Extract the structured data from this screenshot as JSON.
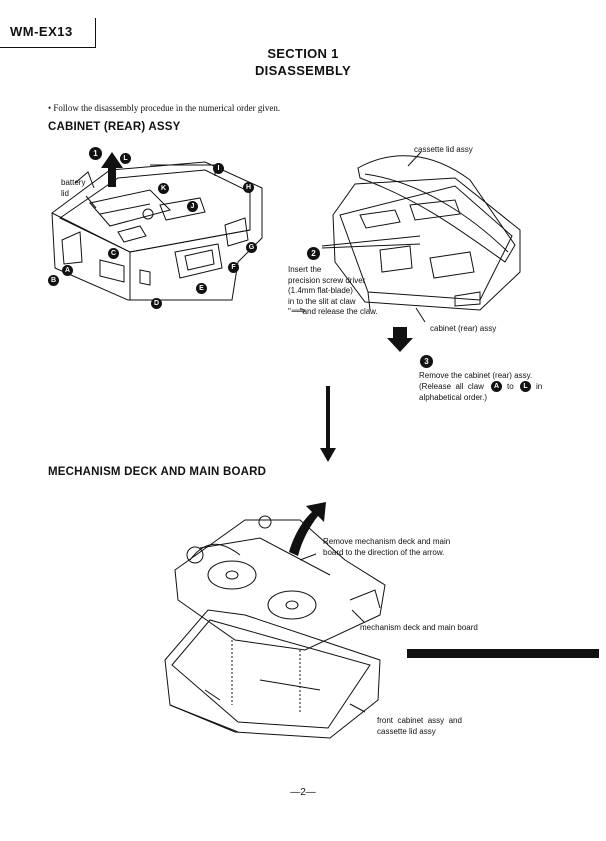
{
  "header": {
    "model": "WM-EX13"
  },
  "section": {
    "line1": "SECTION 1",
    "line2": "DISASSEMBLY"
  },
  "intro_note": "• Follow the disassembly procedue in the numerical order given.",
  "cabinet": {
    "heading": "CABINET (REAR) ASSY",
    "battery_lid": "battery\nlid",
    "cassette_lid_assy": "cassette lid assy",
    "insert_instruction": "Insert the\nprecision screw driver\n(1.4mm flat-blade)\nin to the slit at claw\n\"    \"and release the claw.",
    "arrow_glyph": "⟹",
    "cabinet_rear_assy": "cabinet (rear) assy",
    "remove_instruction_1": "Remove the cabinet (rear) assy.",
    "remove_instruction_2a": "(Release  all  claw",
    "remove_instruction_2b": "to",
    "remove_instruction_2c": "in",
    "remove_instruction_3": "alphabetical order.)",
    "steps": {
      "s1": "1",
      "s2": "2",
      "s3": "3"
    },
    "claws": {
      "A": "A",
      "B": "B",
      "C": "C",
      "D": "D",
      "E": "E",
      "F": "F",
      "G": "G",
      "H": "H",
      "I": "I",
      "J": "J",
      "K": "K",
      "L": "L"
    }
  },
  "mechanism": {
    "heading": "MECHANISM DECK AND MAIN BOARD",
    "remove_note": "Remove mechanism deck and main\nboard to the direction of the arrow.",
    "deck_label": "mechanism deck and main board",
    "front_label": "front  cabinet  assy  and\ncassette lid assy"
  },
  "footer": {
    "page_number": "—2—"
  }
}
